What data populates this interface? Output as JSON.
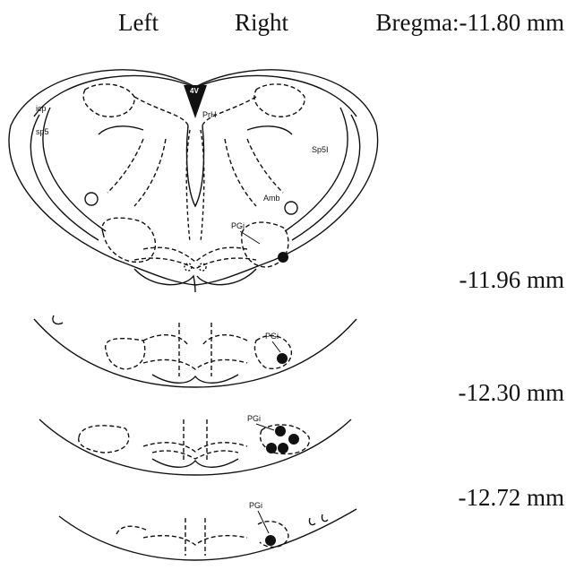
{
  "header": {
    "left_label": "Left",
    "right_label": "Right",
    "bregma_label": "Bregma:-11.80 mm"
  },
  "levels": [
    "-11.96 mm",
    "-12.30 mm",
    "-12.72 mm"
  ],
  "section_1": {
    "ventricle_label": "4V",
    "labels": {
      "icp": "icp",
      "sp5": "sp5",
      "prh": "PrH",
      "sp5i": "Sp5I",
      "amb": "Amb",
      "pgi": "PGi"
    }
  },
  "section_2": {
    "pgi": "PGi"
  },
  "section_3": {
    "pgi": "PGi"
  },
  "section_4": {
    "pgi": "PGi"
  },
  "colors": {
    "ink": "#111111",
    "background": "#ffffff"
  }
}
